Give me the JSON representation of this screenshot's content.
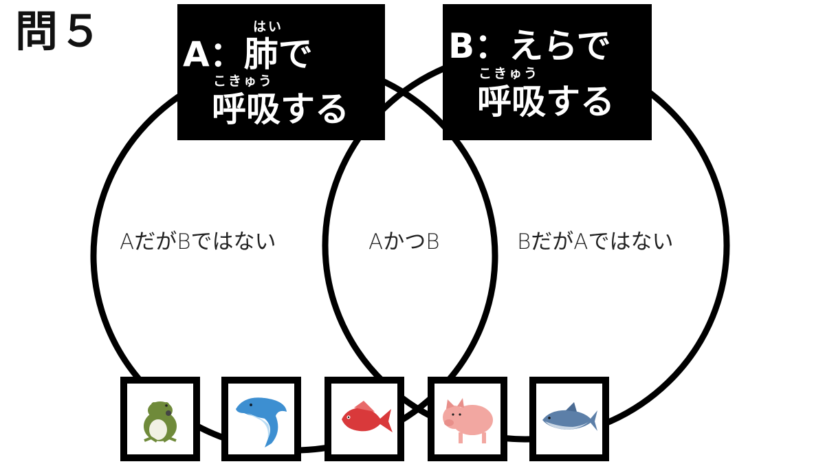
{
  "question_number": "問５",
  "set_a": {
    "prefix": "A：",
    "kanji": "肺",
    "kanji_ruby": "はい",
    "suffix": "で",
    "line2": "呼吸する",
    "line2_ruby": "こきゅう"
  },
  "set_b": {
    "line1": "B：えらで",
    "line2": "呼吸する",
    "line2_ruby": "こきゅう"
  },
  "regions": {
    "a_only": "AだがBではない",
    "both": "AかつB",
    "b_only": "BだがAではない"
  },
  "cards": [
    {
      "animal": "frog-icon"
    },
    {
      "animal": "dolphin-icon"
    },
    {
      "animal": "sea-bream-icon"
    },
    {
      "animal": "pig-icon"
    },
    {
      "animal": "tuna-icon"
    }
  ]
}
